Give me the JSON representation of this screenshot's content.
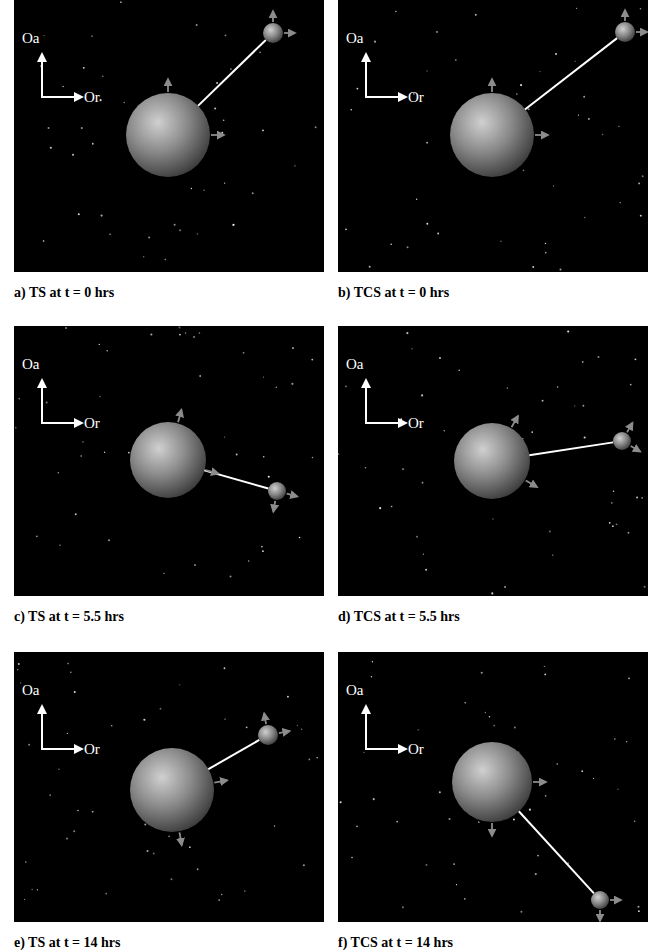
{
  "diagram": {
    "nodes": [
      {
        "text": [
          "Oa",
          "Or",
          "a) TS at t = 0 hrs"
        ]
      },
      {
        "text": [
          "Oa",
          "Or",
          "b) TCS at t = 0 hrs"
        ]
      },
      {
        "text": [
          "Oa",
          "Or",
          "c) TS at t = 5.5 hrs"
        ]
      },
      {
        "text": [
          "Oa",
          "Or",
          "d) TCS at t = 5.5 hrs"
        ]
      },
      {
        "text": [
          "Oa",
          "Or",
          "e) TS at t = 14 hrs"
        ]
      },
      {
        "text": [
          "Oa",
          "Or",
          "f) TCS at t = 14 hrs"
        ]
      }
    ]
  }
}
